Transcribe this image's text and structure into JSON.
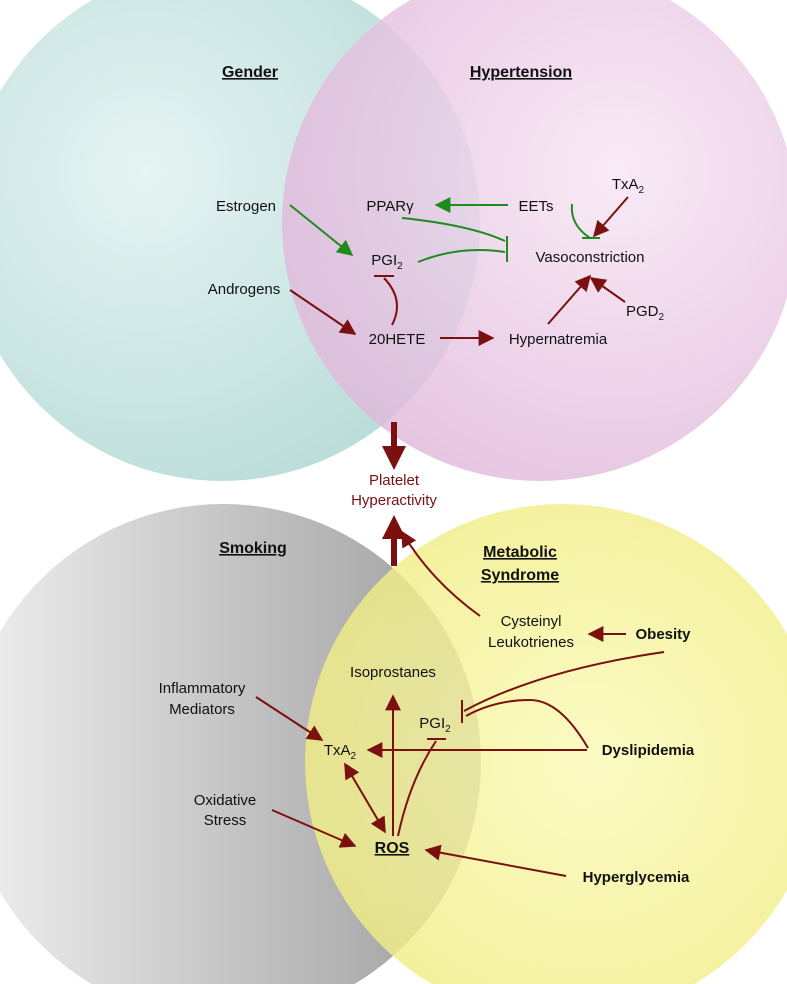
{
  "colors": {
    "gender": "#c8e6e4",
    "hypertension": "#ecc8e6",
    "smoking": "#b8b8b8",
    "metabolic": "#f4f184",
    "red_arrow": "#7a1010",
    "green_arrow": "#1f8a1f",
    "text_red": "#7a1010"
  },
  "sets": {
    "gender": "Gender",
    "hypertension": "Hypertension",
    "smoking": "Smoking",
    "metabolic_line1": "Metabolic",
    "metabolic_line2": "Syndrome"
  },
  "nodes": {
    "estrogen": "Estrogen",
    "pparg": "PPARγ",
    "eets": "EETs",
    "txa2_top_base": "TxA",
    "txa2_top_sub": "2",
    "pgi2_top_base": "PGI",
    "pgi2_top_sub": "2",
    "vasoconstriction": "Vasoconstriction",
    "androgens": "Androgens",
    "hete20": "20HETE",
    "hypernatremia": "Hypernatremia",
    "pgd2_base": "PGD",
    "pgd2_sub": "2",
    "platelet_line1": "Platelet",
    "platelet_line2": "Hyperactivity",
    "cysteinyl_line1": "Cysteinyl",
    "cysteinyl_line2": "Leukotrienes",
    "obesity": "Obesity",
    "isoprostanes": "Isoprostanes",
    "inflammatory_line1": "Inflammatory",
    "inflammatory_line2": "Mediators",
    "pgi2_bottom_base": "PGI",
    "pgi2_bottom_sub": "2",
    "txa2_bottom_base": "TxA",
    "txa2_bottom_sub": "2",
    "dyslipidemia": "Dyslipidemia",
    "oxidative_line1": "Oxidative",
    "oxidative_line2": "Stress",
    "ros": "ROS",
    "hyperglycemia": "Hyperglycemia"
  }
}
